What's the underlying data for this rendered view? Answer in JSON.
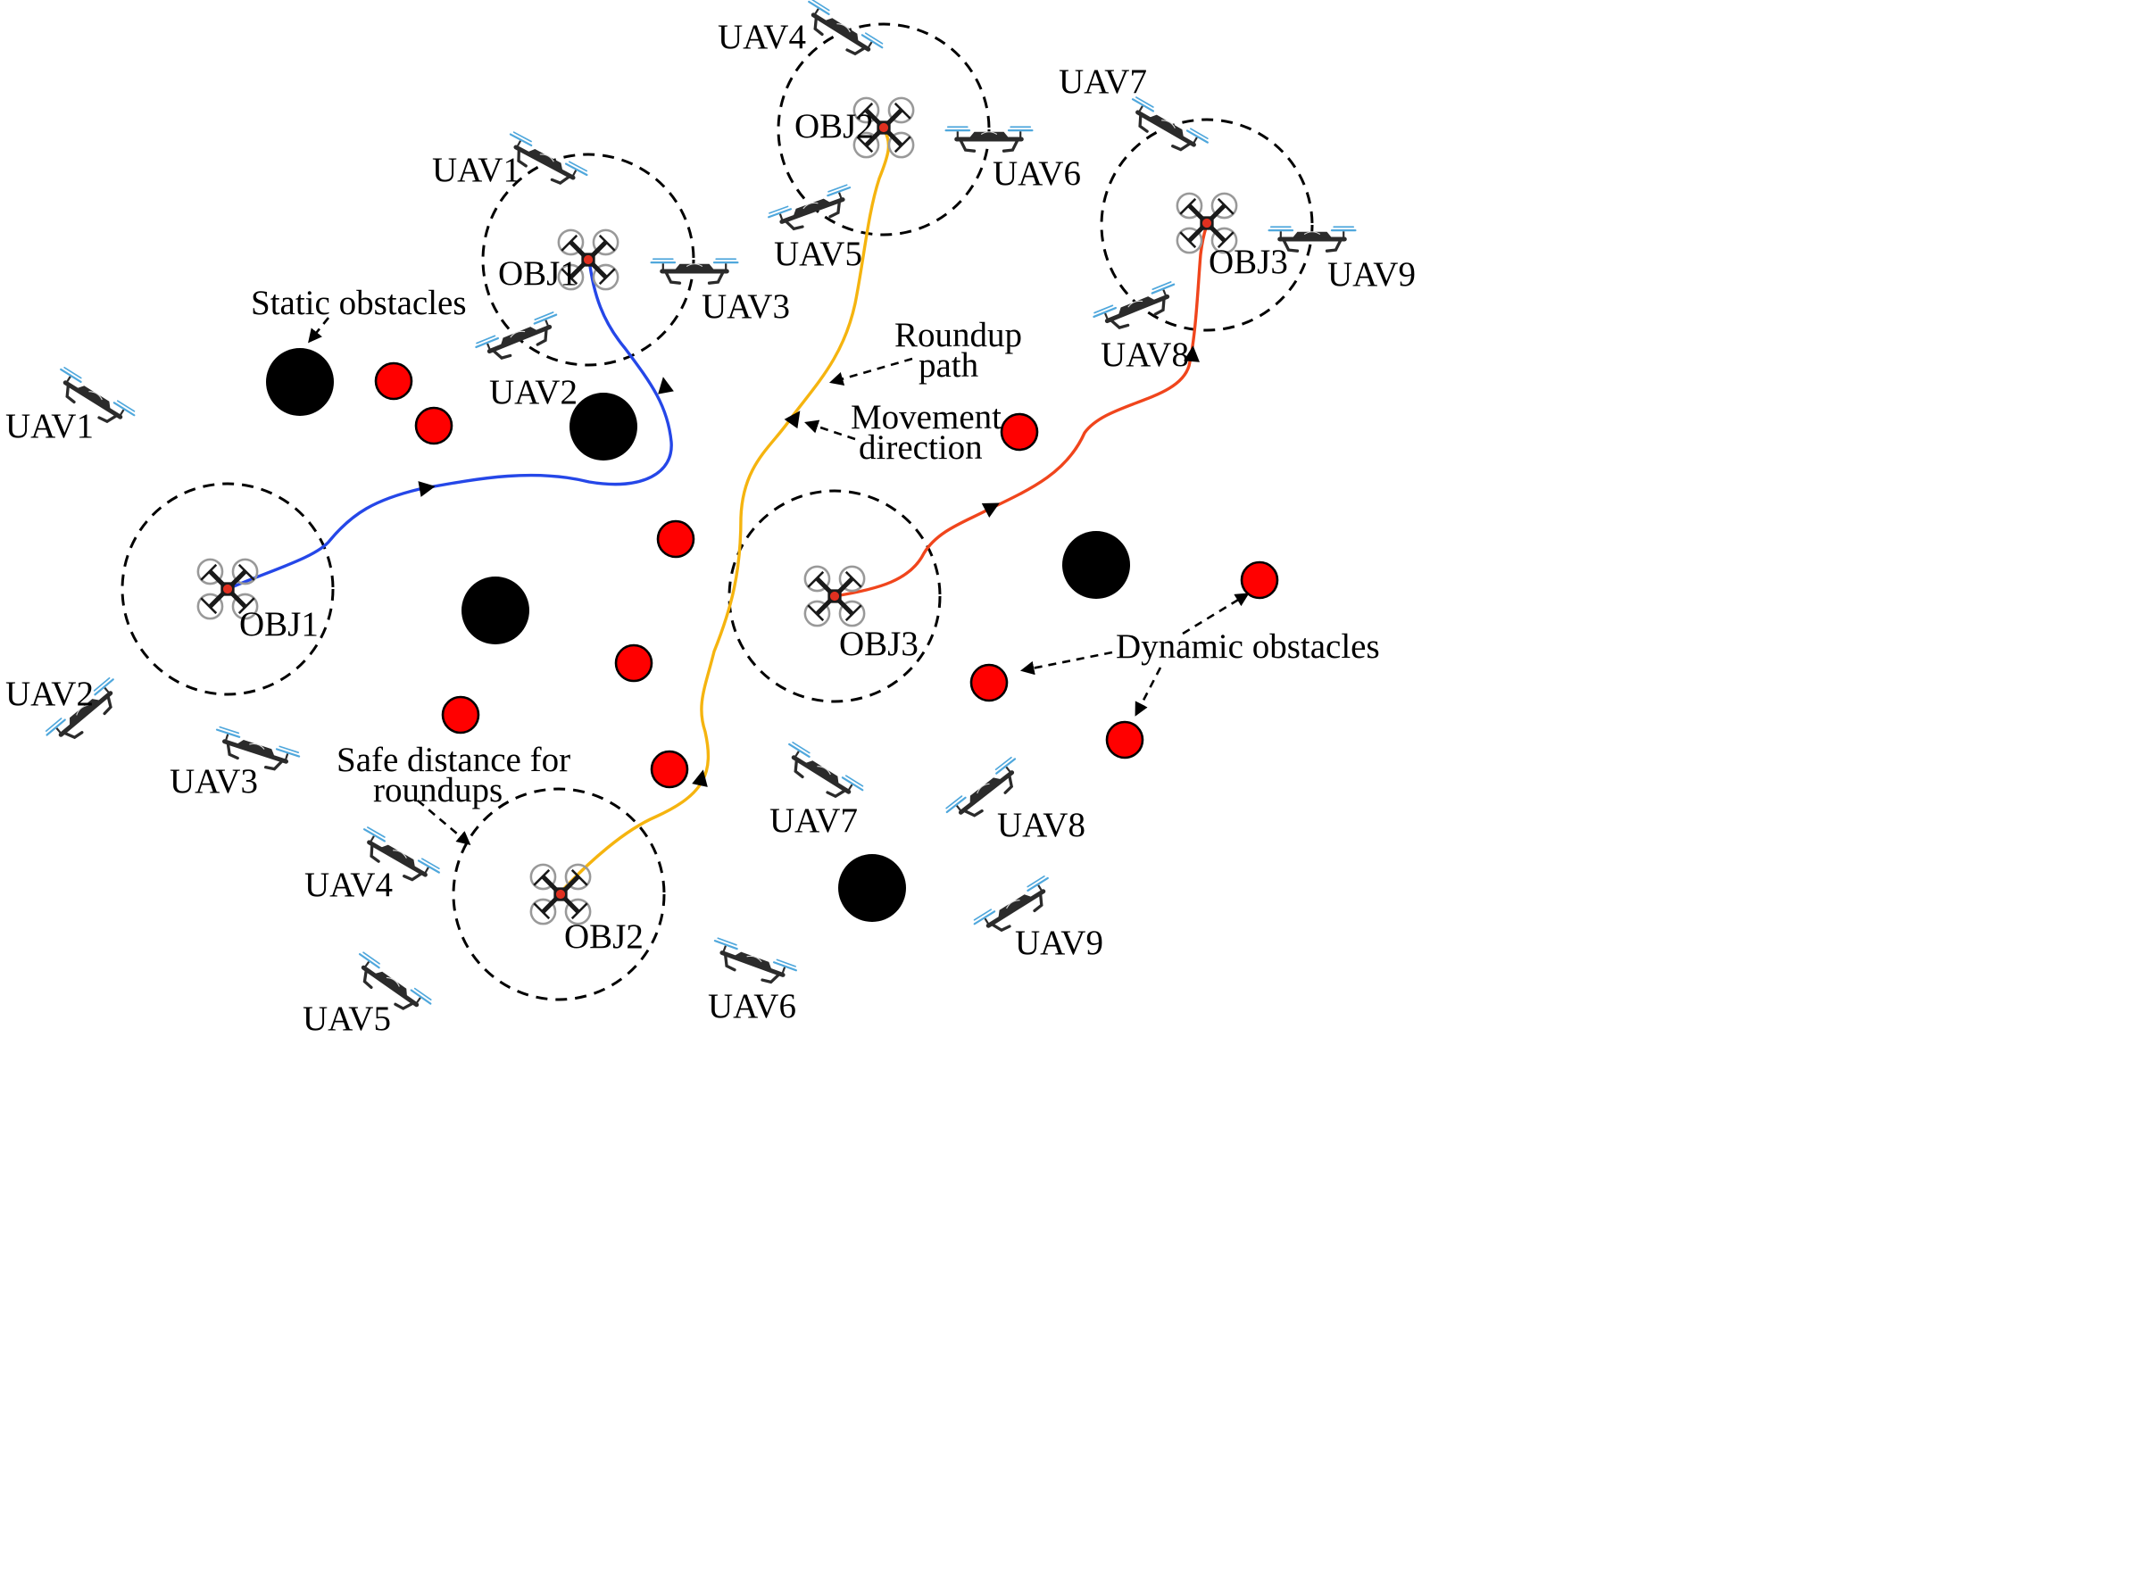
{
  "colors": {
    "background": "#ffffff",
    "static_obstacle": "#000000",
    "dynamic_obstacle": "#ff0000",
    "path_obj1": "#2547e8",
    "path_obj2": "#f5b40f",
    "path_obj3": "#f0451c",
    "uav_body": "#2b2b2b",
    "propeller": "#4fa7dc"
  },
  "icons": {
    "uav": "pursuer-uav-icon",
    "target": "target-quadcopter-icon"
  },
  "labels": {
    "static_obstacles": "Static obstacles",
    "roundup_path_1": "Roundup",
    "roundup_path_2": "path",
    "movement_direction_1": "Movement",
    "movement_direction_2": "direction",
    "dynamic_obstacles": "Dynamic obstacles",
    "safe_distance_1": "Safe distance for",
    "safe_distance_2": "roundups"
  },
  "targets": [
    {
      "start_label": "OBJ1",
      "end_label": "OBJ1"
    },
    {
      "start_label": "OBJ2",
      "end_label": "OBJ2"
    },
    {
      "start_label": "OBJ3",
      "end_label": "OBJ3"
    }
  ],
  "uav_labels": {
    "start": [
      "UAV1",
      "UAV2",
      "UAV3",
      "UAV4",
      "UAV5",
      "UAV6",
      "UAV7",
      "UAV8",
      "UAV9"
    ],
    "end": [
      "UAV1",
      "UAV2",
      "UAV3",
      "UAV4",
      "UAV5",
      "UAV6",
      "UAV7",
      "UAV8",
      "UAV9"
    ]
  }
}
